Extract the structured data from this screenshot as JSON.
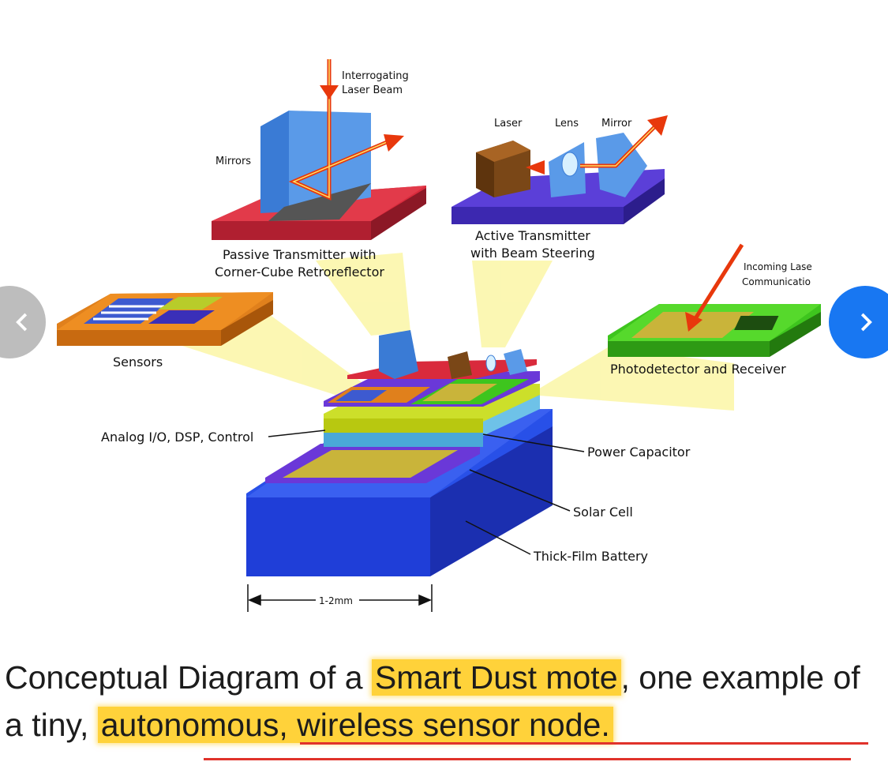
{
  "diagram": {
    "laser_beam_label": [
      "Interrogating",
      "Laser Beam"
    ],
    "mirrors_label": "Mirrors",
    "passive_label": [
      "Passive Transmitter with",
      "Corner-Cube Retroreflector"
    ],
    "laser_label": "Laser",
    "lens_label": "Lens",
    "mirror_label": "Mirror",
    "active_label": [
      "Active Transmitter",
      "with Beam Steering"
    ],
    "incoming_label": [
      "Incoming Lase",
      "Communicatio"
    ],
    "photodetector_label": "Photodetector and Receiver",
    "sensors_label": "Sensors",
    "analog_label": "Analog I/O, DSP, Control",
    "capacitor_label": "Power Capacitor",
    "solar_label": "Solar Cell",
    "battery_label": "Thick-Film Battery",
    "scale_label": "1-2mm"
  },
  "caption": {
    "part1": "Conceptual Diagram of a ",
    "highlight1": "Smart Dust mote",
    "part2": ", one example of a tiny, ",
    "highlight2": "autonomous, wireless sensor node."
  },
  "nav": {
    "prev_icon": "chevron-left-icon",
    "next_icon": "chevron-right-icon"
  },
  "colors": {
    "highlight": "#ffd23a",
    "underline": "#e0322b",
    "next_button": "#1877f2",
    "prev_button": "#bdbdbd"
  }
}
